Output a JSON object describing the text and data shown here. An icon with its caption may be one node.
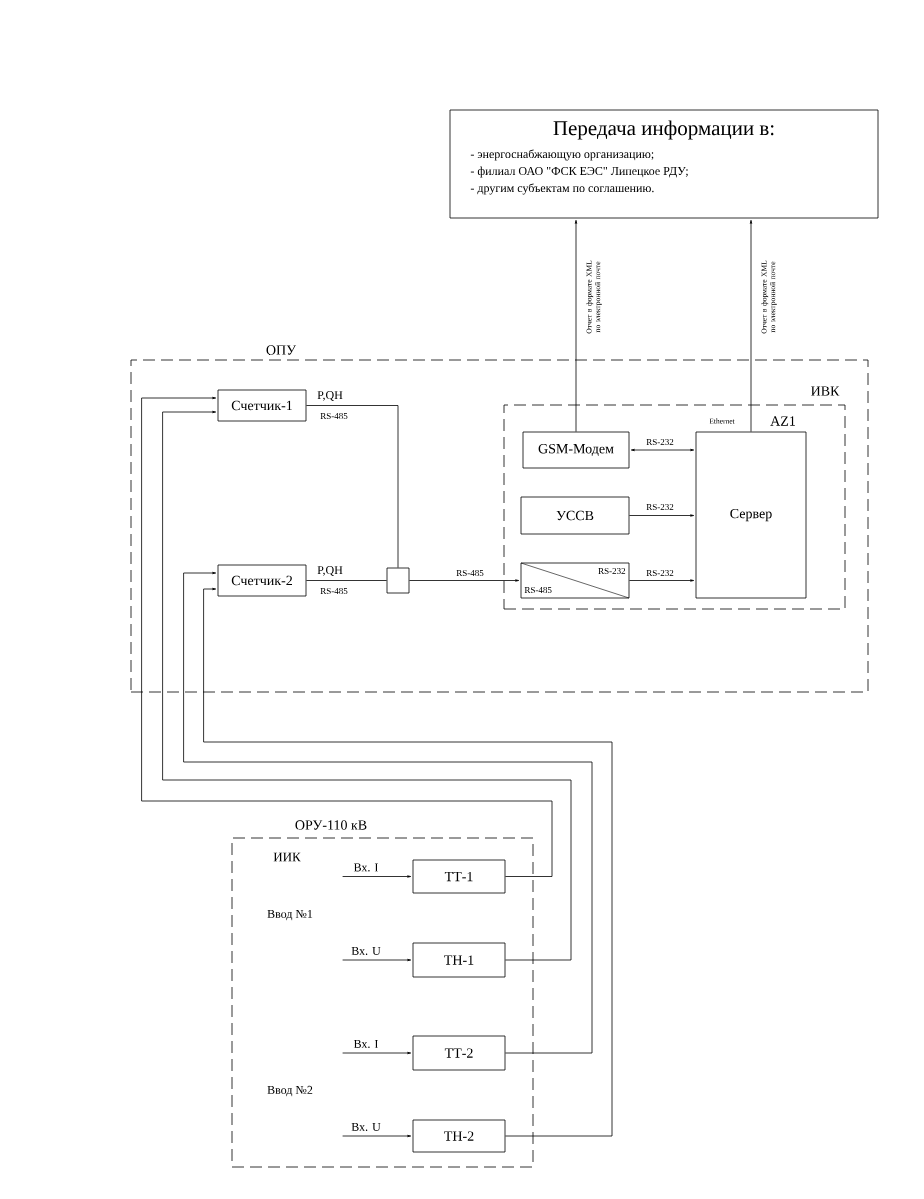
{
  "diagram": {
    "nodes": [
      {
        "text": [
          "Передача информации в:",
          "- энергоснабжающую организацию;",
          "- филиал ОАО \"ФСК ЕЭС\" Липецкое РДУ;",
          "- другим субъектам по соглашению."
        ]
      },
      {
        "text": [
          "ОПУ"
        ]
      },
      {
        "text": [
          "ИВК"
        ],
        "in": 1
      },
      {
        "text": [
          "Счетчик-1"
        ],
        "in": 1
      },
      {
        "text": [
          "Счетчик-2"
        ],
        "in": 1
      },
      {
        "text": [],
        "shape": "box",
        "in": 1
      },
      {
        "text": [
          "GSM-Модем"
        ],
        "in": 2
      },
      {
        "text": [
          "УССВ"
        ],
        "in": 2
      },
      {
        "text": [
          "RS-232",
          "RS-485"
        ],
        "in": 2
      },
      {
        "text": [
          "Сервер"
        ],
        "in": 2,
        "beside": [
          "AZ1"
        ]
      },
      {
        "text": [
          "ОРУ-110 кВ"
        ]
      },
      {
        "text": [
          "ТТ-1"
        ],
        "in": 10
      },
      {
        "text": [
          "ТН-1"
        ],
        "in": 10
      },
      {
        "text": [
          "ТТ-2"
        ],
        "in": 10
      },
      {
        "text": [
          "ТН-2"
        ],
        "in": 10
      }
    ],
    "edges": [
      {
        "from": 6,
        "to": 0,
        "arrow": "to",
        "label": "Отчет в формате XML по электронной почте"
      },
      {
        "from": 9,
        "to": 0,
        "arrow": "to",
        "label": "Отчет в формате XML по электронной почте"
      },
      {
        "from": 6,
        "to": 9,
        "arrow": "both",
        "label": "RS-232"
      },
      {
        "from": 7,
        "to": 9,
        "arrow": "to",
        "label": "RS-232"
      },
      {
        "from": 8,
        "to": 9,
        "arrow": "to",
        "label": "RS-232"
      },
      {
        "from": 5,
        "to": 8,
        "arrow": "to",
        "label": "RS-485"
      },
      {
        "from": 3,
        "to": 5,
        "arrow": "none",
        "label": "RS-485"
      },
      {
        "from": 4,
        "to": 5,
        "arrow": "none",
        "label": "RS-485"
      },
      {
        "from": 11,
        "to": 3,
        "arrow": "to"
      },
      {
        "from": 12,
        "to": 3,
        "arrow": "to"
      },
      {
        "from": 13,
        "to": 4,
        "arrow": "to"
      },
      {
        "from": 14,
        "to": 4,
        "arrow": "to"
      },
      {
        "from": null,
        "to": 11,
        "arrow": "to",
        "label": "Вх. I"
      },
      {
        "from": null,
        "to": 12,
        "arrow": "to",
        "label": "Вх. U"
      },
      {
        "from": null,
        "to": 13,
        "arrow": "to",
        "label": "Вх. I"
      },
      {
        "from": null,
        "to": 14,
        "arrow": "to",
        "label": "Вх. U"
      }
    ],
    "labels": [
      "P,QH",
      "Ethernet",
      "P,QH",
      "ИИК",
      "Ввод №1",
      "Ввод №2"
    ]
  }
}
